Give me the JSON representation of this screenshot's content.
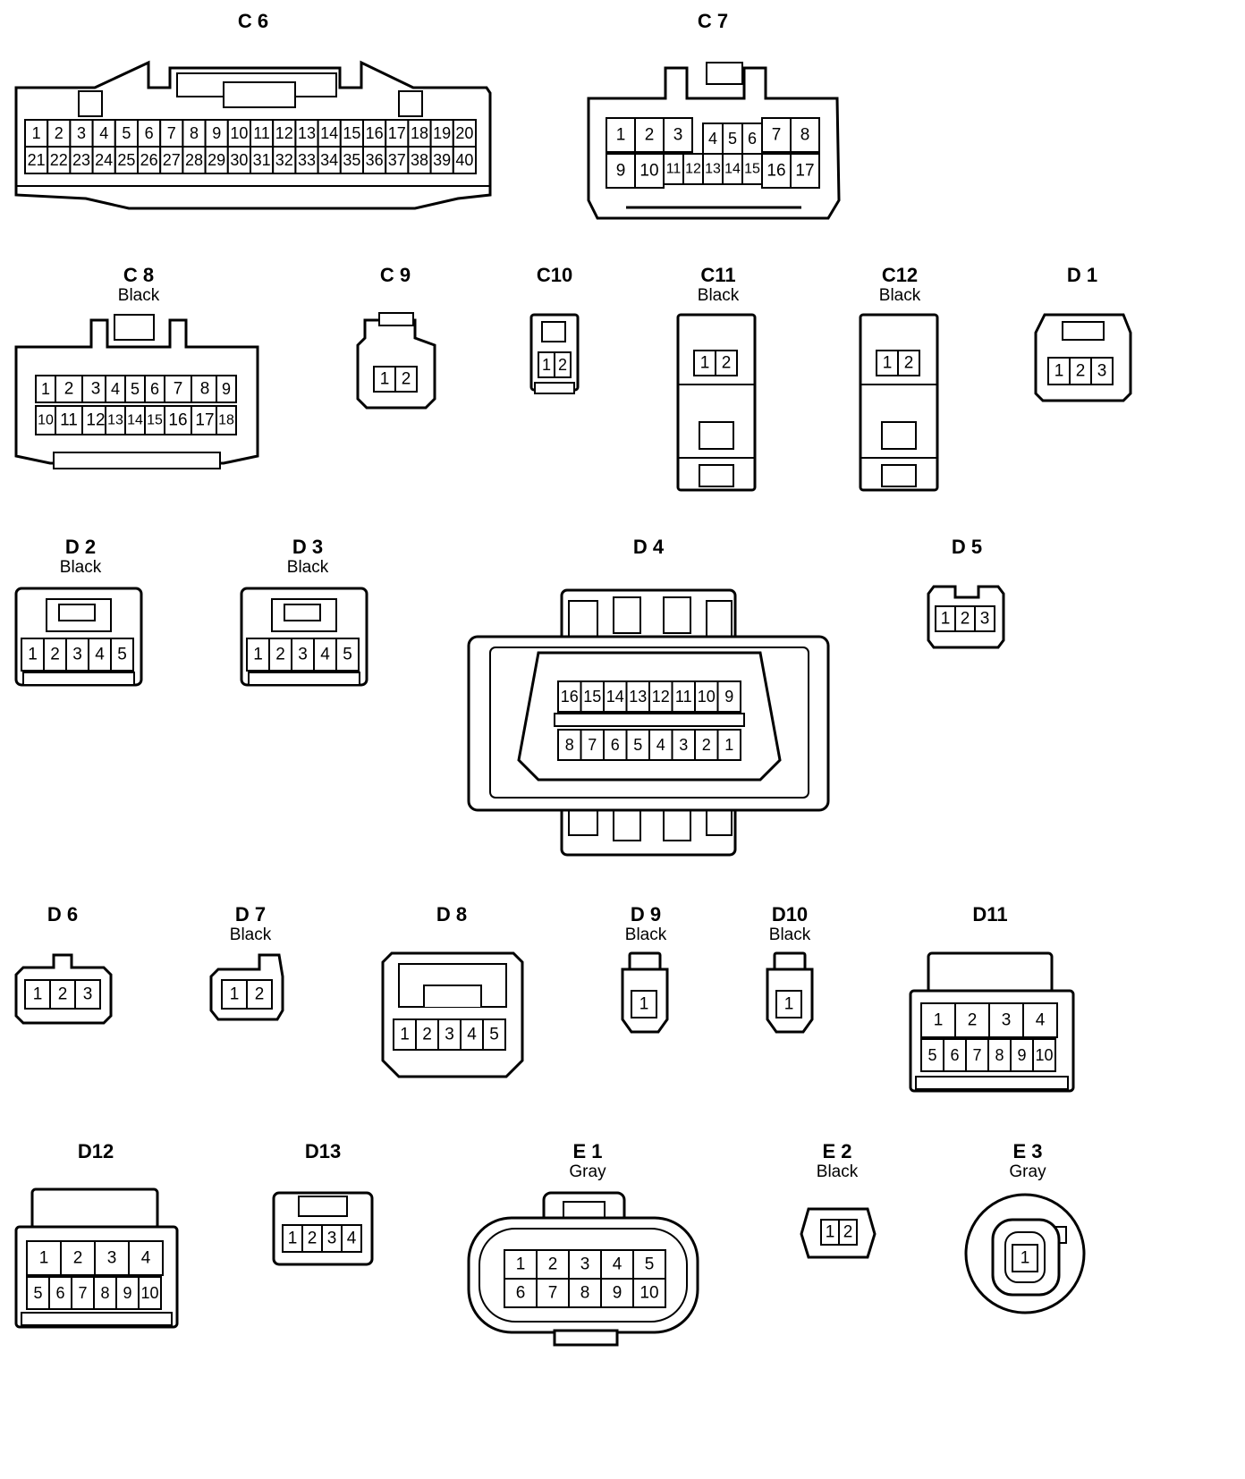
{
  "connectors": [
    {
      "id": "C6",
      "name": "C 6",
      "color": "",
      "pins": 40
    },
    {
      "id": "C7",
      "name": "C 7",
      "color": "",
      "pins": 17
    },
    {
      "id": "C8",
      "name": "C 8",
      "color": "Black",
      "pins": 18
    },
    {
      "id": "C9",
      "name": "C 9",
      "color": "",
      "pins": 2
    },
    {
      "id": "C10",
      "name": "C10",
      "color": "",
      "pins": 2
    },
    {
      "id": "C11",
      "name": "C11",
      "color": "Black",
      "pins": 2
    },
    {
      "id": "C12",
      "name": "C12",
      "color": "Black",
      "pins": 2
    },
    {
      "id": "D1",
      "name": "D 1",
      "color": "",
      "pins": 3
    },
    {
      "id": "D2",
      "name": "D 2",
      "color": "Black",
      "pins": 5
    },
    {
      "id": "D3",
      "name": "D 3",
      "color": "Black",
      "pins": 5
    },
    {
      "id": "D4",
      "name": "D 4",
      "color": "",
      "pins": 16
    },
    {
      "id": "D5",
      "name": "D 5",
      "color": "",
      "pins": 3
    },
    {
      "id": "D6",
      "name": "D 6",
      "color": "",
      "pins": 3
    },
    {
      "id": "D7",
      "name": "D 7",
      "color": "Black",
      "pins": 2
    },
    {
      "id": "D8",
      "name": "D 8",
      "color": "",
      "pins": 5
    },
    {
      "id": "D9",
      "name": "D 9",
      "color": "Black",
      "pins": 1
    },
    {
      "id": "D10",
      "name": "D10",
      "color": "Black",
      "pins": 1
    },
    {
      "id": "D11",
      "name": "D11",
      "color": "",
      "pins": 10
    },
    {
      "id": "D12",
      "name": "D12",
      "color": "",
      "pins": 10
    },
    {
      "id": "D13",
      "name": "D13",
      "color": "",
      "pins": 4
    },
    {
      "id": "E1",
      "name": "E 1",
      "color": "Gray",
      "pins": 10
    },
    {
      "id": "E2",
      "name": "E 2",
      "color": "Black",
      "pins": 2
    },
    {
      "id": "E3",
      "name": "E 3",
      "color": "Gray",
      "pins": 1
    }
  ]
}
